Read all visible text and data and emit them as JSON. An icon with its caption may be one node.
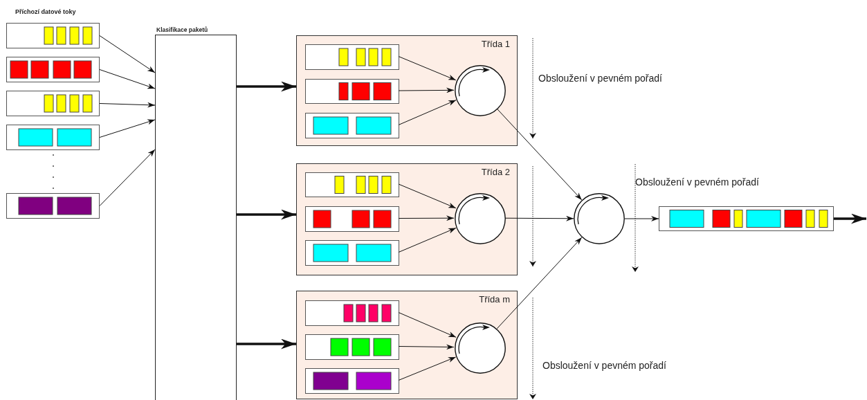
{
  "diagram": {
    "nodes": [
      {
        "text": [],
        "shape": "box"
      },
      {
        "text": [],
        "shape": "box"
      },
      {
        "text": [],
        "shape": "box"
      },
      {
        "text": [],
        "shape": "box"
      },
      {
        "text": [],
        "shape": "box"
      },
      {
        "text": [
          "Klasifikace paketů"
        ]
      },
      {
        "text": [
          "Třída 1"
        ]
      },
      {
        "text": [],
        "shape": "box",
        "in": 6
      },
      {
        "text": [],
        "shape": "box",
        "in": 6
      },
      {
        "text": [],
        "shape": "box",
        "in": 6
      },
      {
        "text": [],
        "shape": "circle",
        "in": 6
      },
      {
        "text": [
          "Třída 2"
        ]
      },
      {
        "text": [],
        "shape": "box",
        "in": 11
      },
      {
        "text": [],
        "shape": "box",
        "in": 11
      },
      {
        "text": [],
        "shape": "box",
        "in": 11
      },
      {
        "text": [],
        "shape": "circle",
        "in": 11
      },
      {
        "text": [
          "Třída m"
        ]
      },
      {
        "text": [],
        "shape": "box",
        "in": 16
      },
      {
        "text": [],
        "shape": "box",
        "in": 16
      },
      {
        "text": [],
        "shape": "box",
        "in": 16
      },
      {
        "text": [],
        "shape": "circle",
        "in": 16
      },
      {
        "text": [],
        "shape": "circle"
      },
      {
        "text": [],
        "shape": "box"
      }
    ],
    "edges": [
      {
        "from": 0,
        "to": 5,
        "arrow": "to"
      },
      {
        "from": 1,
        "to": 5,
        "arrow": "to"
      },
      {
        "from": 2,
        "to": 5,
        "arrow": "to"
      },
      {
        "from": 3,
        "to": 5,
        "arrow": "to"
      },
      {
        "from": 4,
        "to": 5,
        "arrow": "to"
      },
      {
        "from": 5,
        "to": 6,
        "arrow": "to",
        "style": "thick"
      },
      {
        "from": 5,
        "to": 11,
        "arrow": "to",
        "style": "thick"
      },
      {
        "from": 5,
        "to": 16,
        "arrow": "to",
        "style": "thick"
      },
      {
        "from": 7,
        "to": 10,
        "arrow": "to"
      },
      {
        "from": 8,
        "to": 10,
        "arrow": "to"
      },
      {
        "from": 9,
        "to": 10,
        "arrow": "to"
      },
      {
        "from": 12,
        "to": 15,
        "arrow": "to"
      },
      {
        "from": 13,
        "to": 15,
        "arrow": "to"
      },
      {
        "from": 14,
        "to": 15,
        "arrow": "to"
      },
      {
        "from": 17,
        "to": 20,
        "arrow": "to"
      },
      {
        "from": 18,
        "to": 20,
        "arrow": "to"
      },
      {
        "from": 19,
        "to": 20,
        "arrow": "to"
      },
      {
        "from": 10,
        "to": 21,
        "arrow": "to"
      },
      {
        "from": 15,
        "to": 21,
        "arrow": "to"
      },
      {
        "from": 20,
        "to": 21,
        "arrow": "to"
      },
      {
        "from": 21,
        "to": 22,
        "arrow": "to"
      },
      {
        "from": 22,
        "to": null,
        "arrow": "to",
        "style": "thick"
      }
    ],
    "labels": [
      "Příchozí datové toky",
      "Obsloužení v pevném pořadí",
      "Obsloužení v pevném pořadí",
      "Obsloužení v pevném pořadí"
    ]
  }
}
